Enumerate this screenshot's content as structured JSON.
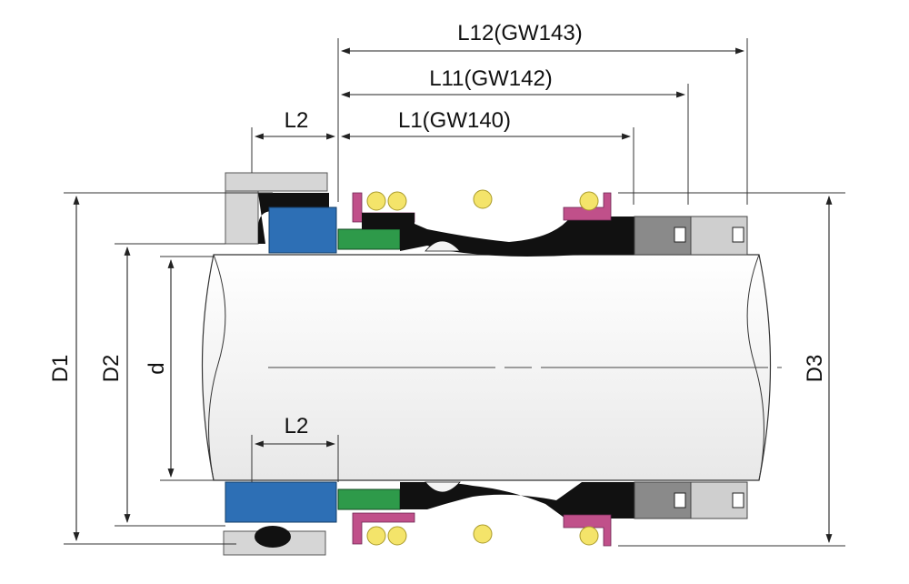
{
  "labels": {
    "l12": "L12(GW143)",
    "l11": "L11(GW142)",
    "l1": "L1(GW140)",
    "l2_top": "L2",
    "l2_bottom": "L2",
    "d1": "D1",
    "d2": "D2",
    "d": "d",
    "d3": "D3"
  },
  "colors": {
    "shaft": "#f2f2f2",
    "rotary_face": "#2d6fb5",
    "seat_ring": "#2e9a4a",
    "bellows": "#111111",
    "spring": "#f4e46a",
    "retainer": "#c0508a",
    "housing": "#d6d6d6",
    "collar_dark": "#8a8a8a",
    "collar_light": "#cfcfcf"
  }
}
